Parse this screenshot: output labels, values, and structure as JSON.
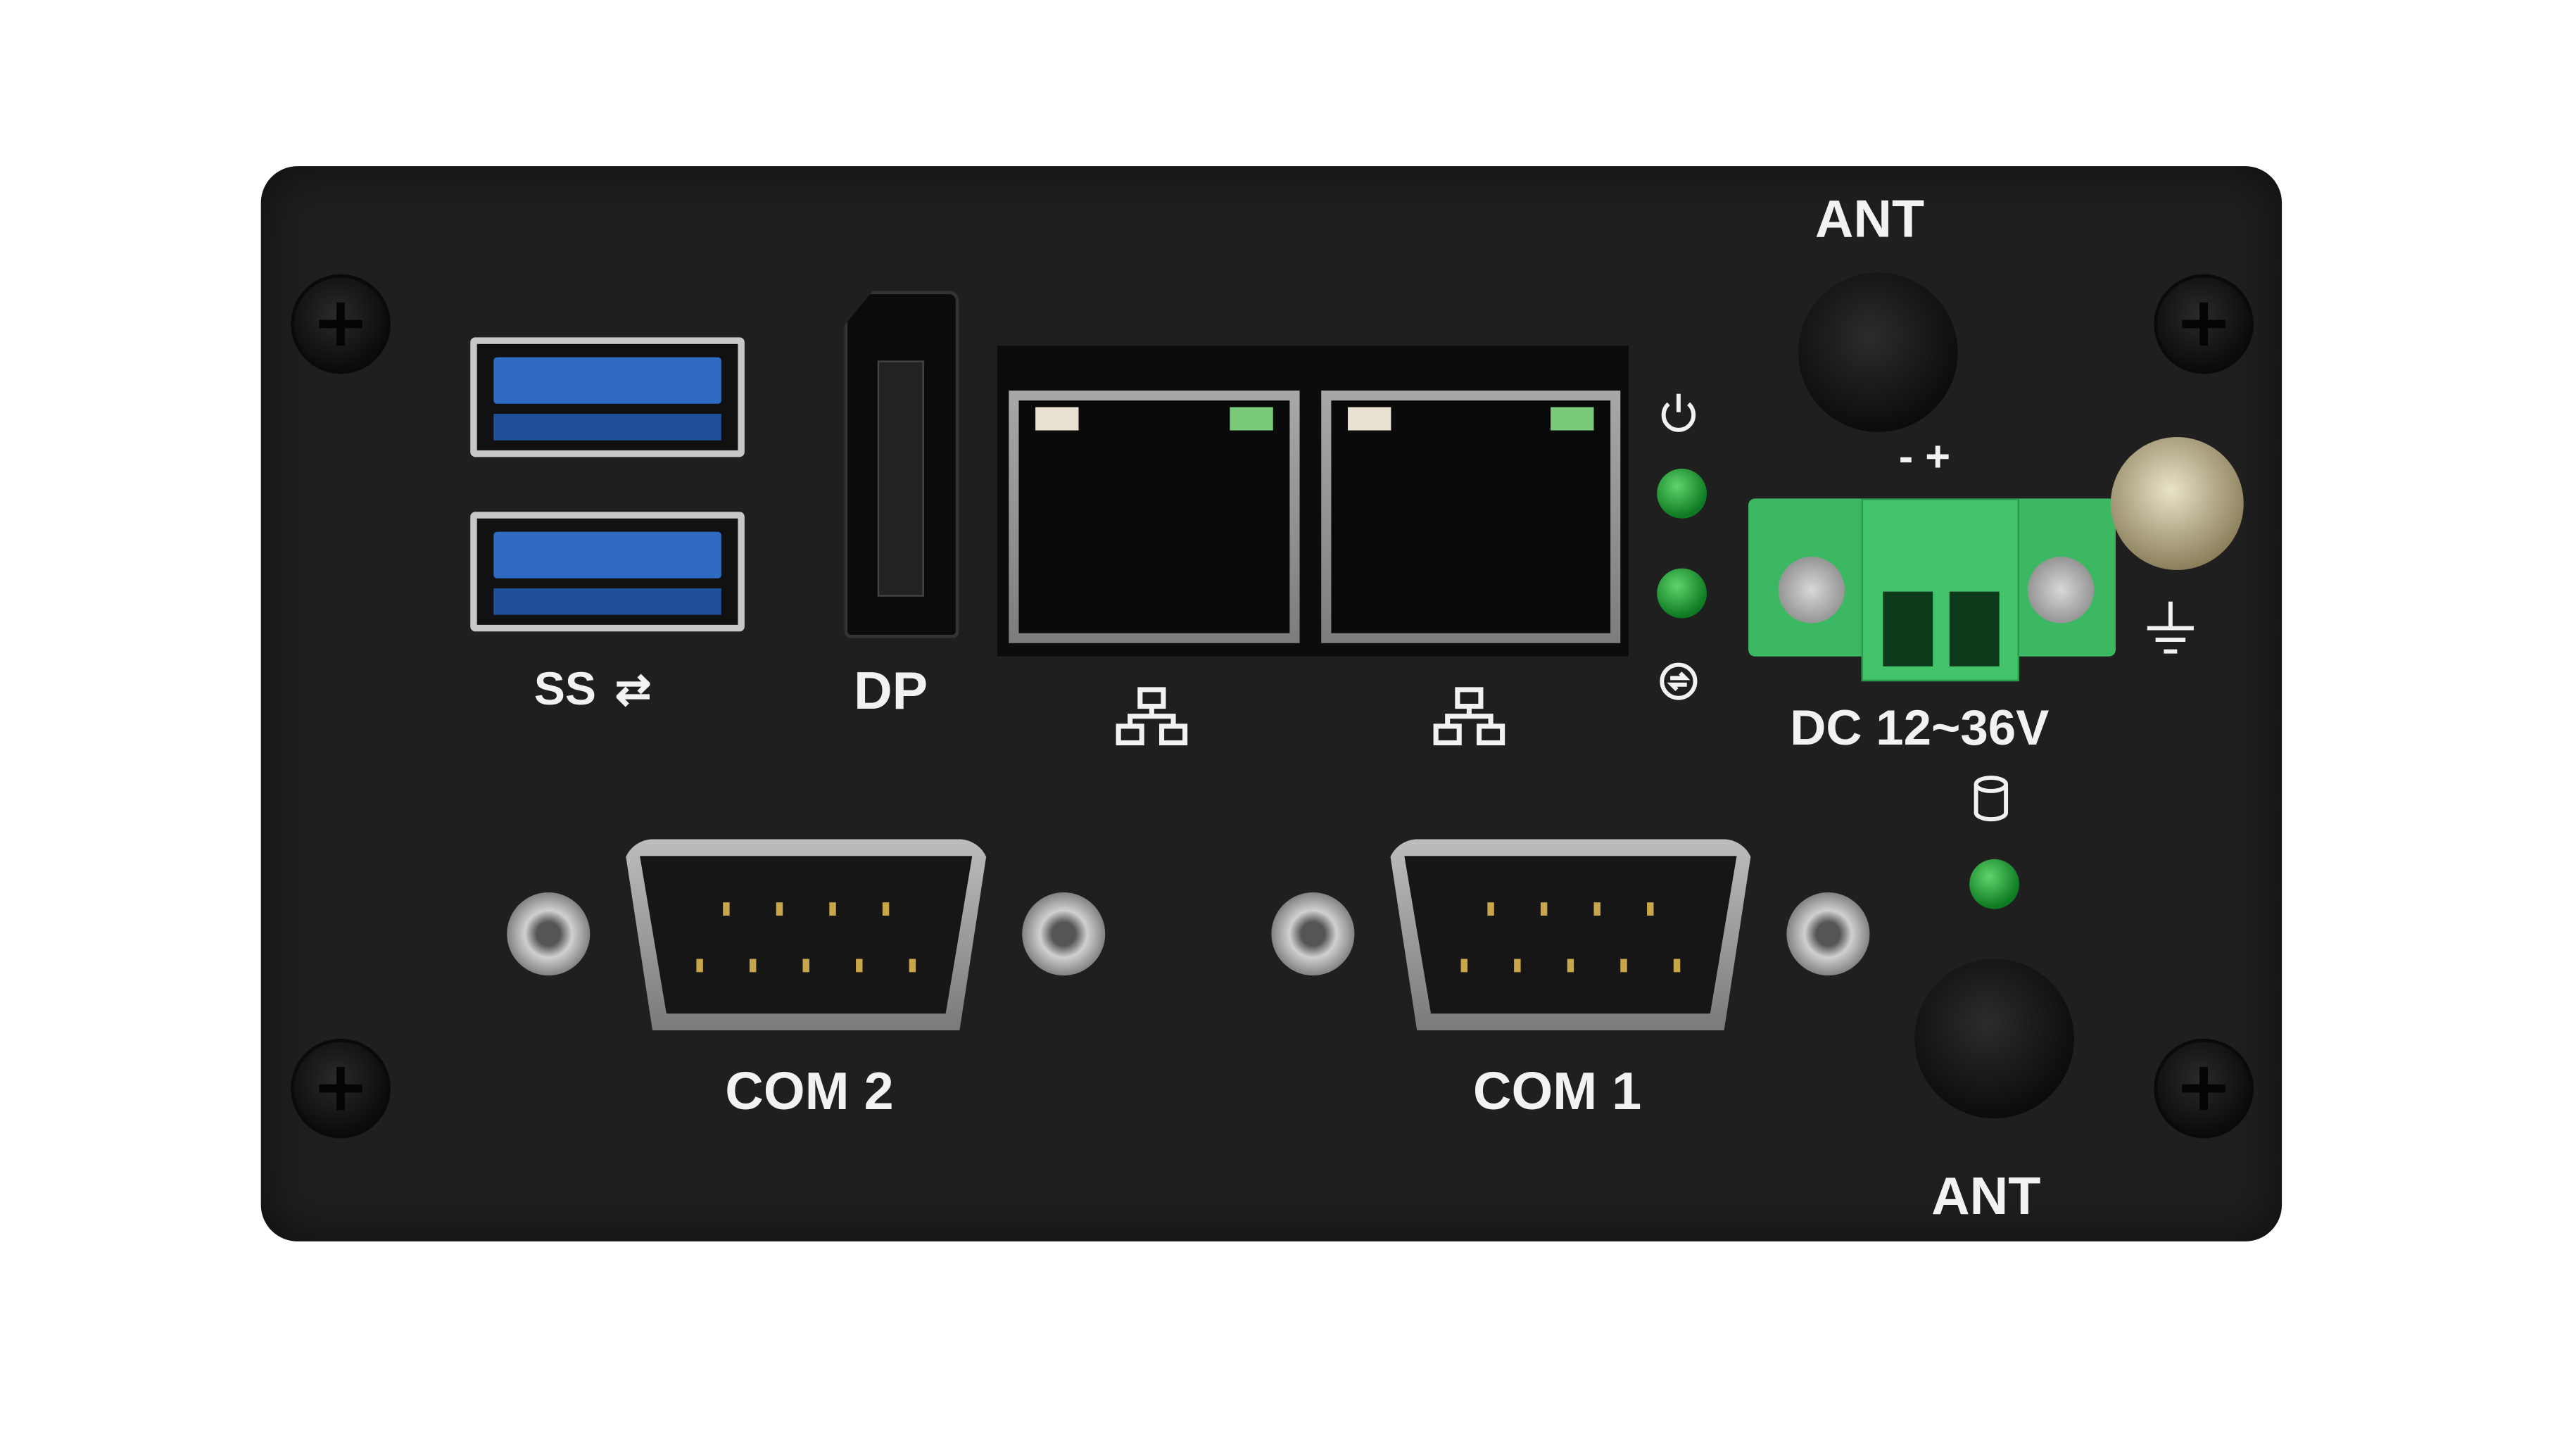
{
  "labels": {
    "usb": "SS",
    "dp": "DP",
    "ant_top": "ANT",
    "ant_bottom": "ANT",
    "polarity": "- +",
    "dc_input": "DC 12~36V",
    "com2": "COM 2",
    "com1": "COM 1"
  },
  "icons": {
    "usb": "usb-icon",
    "lan": "network-icon",
    "power": "power-icon",
    "ground": "ground-icon",
    "hdd": "hdd-icon",
    "status": "status-icon"
  },
  "colors": {
    "panel": "#1f1f1f",
    "usb_blue": "#2f6bc4",
    "terminal_green": "#3cb862",
    "led_green": "#1ea83a"
  }
}
